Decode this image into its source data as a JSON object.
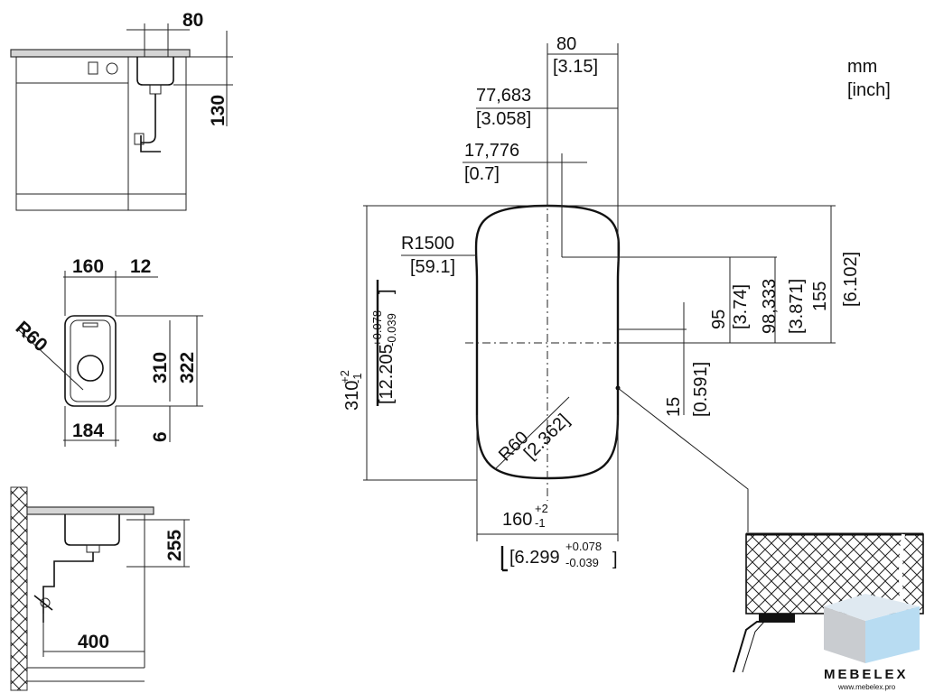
{
  "units": {
    "mm": "mm",
    "inch": "[inch]"
  },
  "main": {
    "top_80": "80",
    "top_80_in": "[3.15]",
    "d77": "77,683",
    "d77_in": "[3.058]",
    "d17": "17,776",
    "d17_in": "[0.7]",
    "r1500": "R1500",
    "r1500_in": "[59.1]",
    "h310": "310",
    "h310_tol_up": "+2",
    "h310_tol_dn": "-1",
    "h310_in": "[12.205",
    "h310_in_tol_up": "+0.078",
    "h310_in_tol_dn": "-0.039",
    "h310_in_close": "]",
    "d155": "155",
    "d155_in": "[6.102]",
    "d98": "98,333",
    "d98_in": "[3.871]",
    "d95": "95",
    "d95_in": "[3.74]",
    "d15": "15",
    "d15_in": "[0.591]",
    "r60": "R60",
    "r60_in": "[2.362]",
    "w160": "160",
    "w160_tol_up": "+2",
    "w160_tol_dn": "-1",
    "w160_in": "[6.299",
    "w160_in_tol_up": "+0.078",
    "w160_in_tol_dn": "-0.039",
    "w160_in_close": "]"
  },
  "side_view": {
    "w80": "80",
    "h130": "130"
  },
  "plan_view": {
    "w160": "160",
    "w12": "12",
    "r60": "R60",
    "h310": "310",
    "h322": "322",
    "w184": "184",
    "h6": "6"
  },
  "cabinet_view": {
    "h255": "255",
    "w400": "400"
  },
  "brand": {
    "name": "MEBELEX",
    "url": "www.mebelex.pro",
    "color_light": "#b8dcf2",
    "color_grey": "#c9ccd0"
  }
}
